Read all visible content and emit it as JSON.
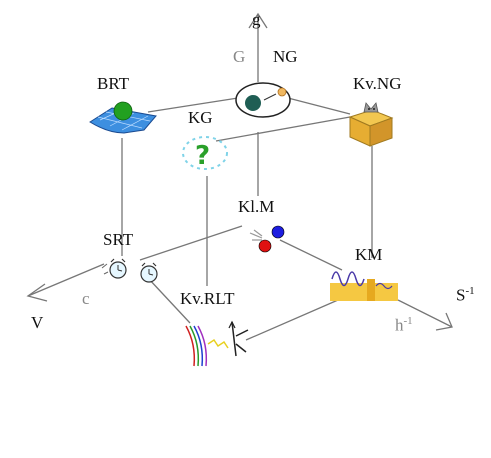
{
  "axes": {
    "g": "g",
    "G": "G",
    "c": "c",
    "V": "V",
    "h_inv": "h",
    "h_inv_exp": "-1",
    "S_inv": "S",
    "S_inv_exp": "-1"
  },
  "nodes": {
    "NG": "NG",
    "Kv_NG": "Kv.NG",
    "BRT": "BRT",
    "KG": "KG",
    "Kl_M": "Kl.M",
    "SRT": "SRT",
    "KM": "KM",
    "Kv_RLT": "Kv.RLT"
  },
  "icons": {
    "NG": "orbit-icon",
    "Kv_NG": "cat-in-box-icon",
    "BRT": "curved-spacetime-icon",
    "KG": "question-mark-icon",
    "Kl_M": "particles-icon",
    "SRT": "clocks-icon",
    "KM": "wave-barrier-icon",
    "Kv_RLT": "feynman-diagram-icon"
  }
}
